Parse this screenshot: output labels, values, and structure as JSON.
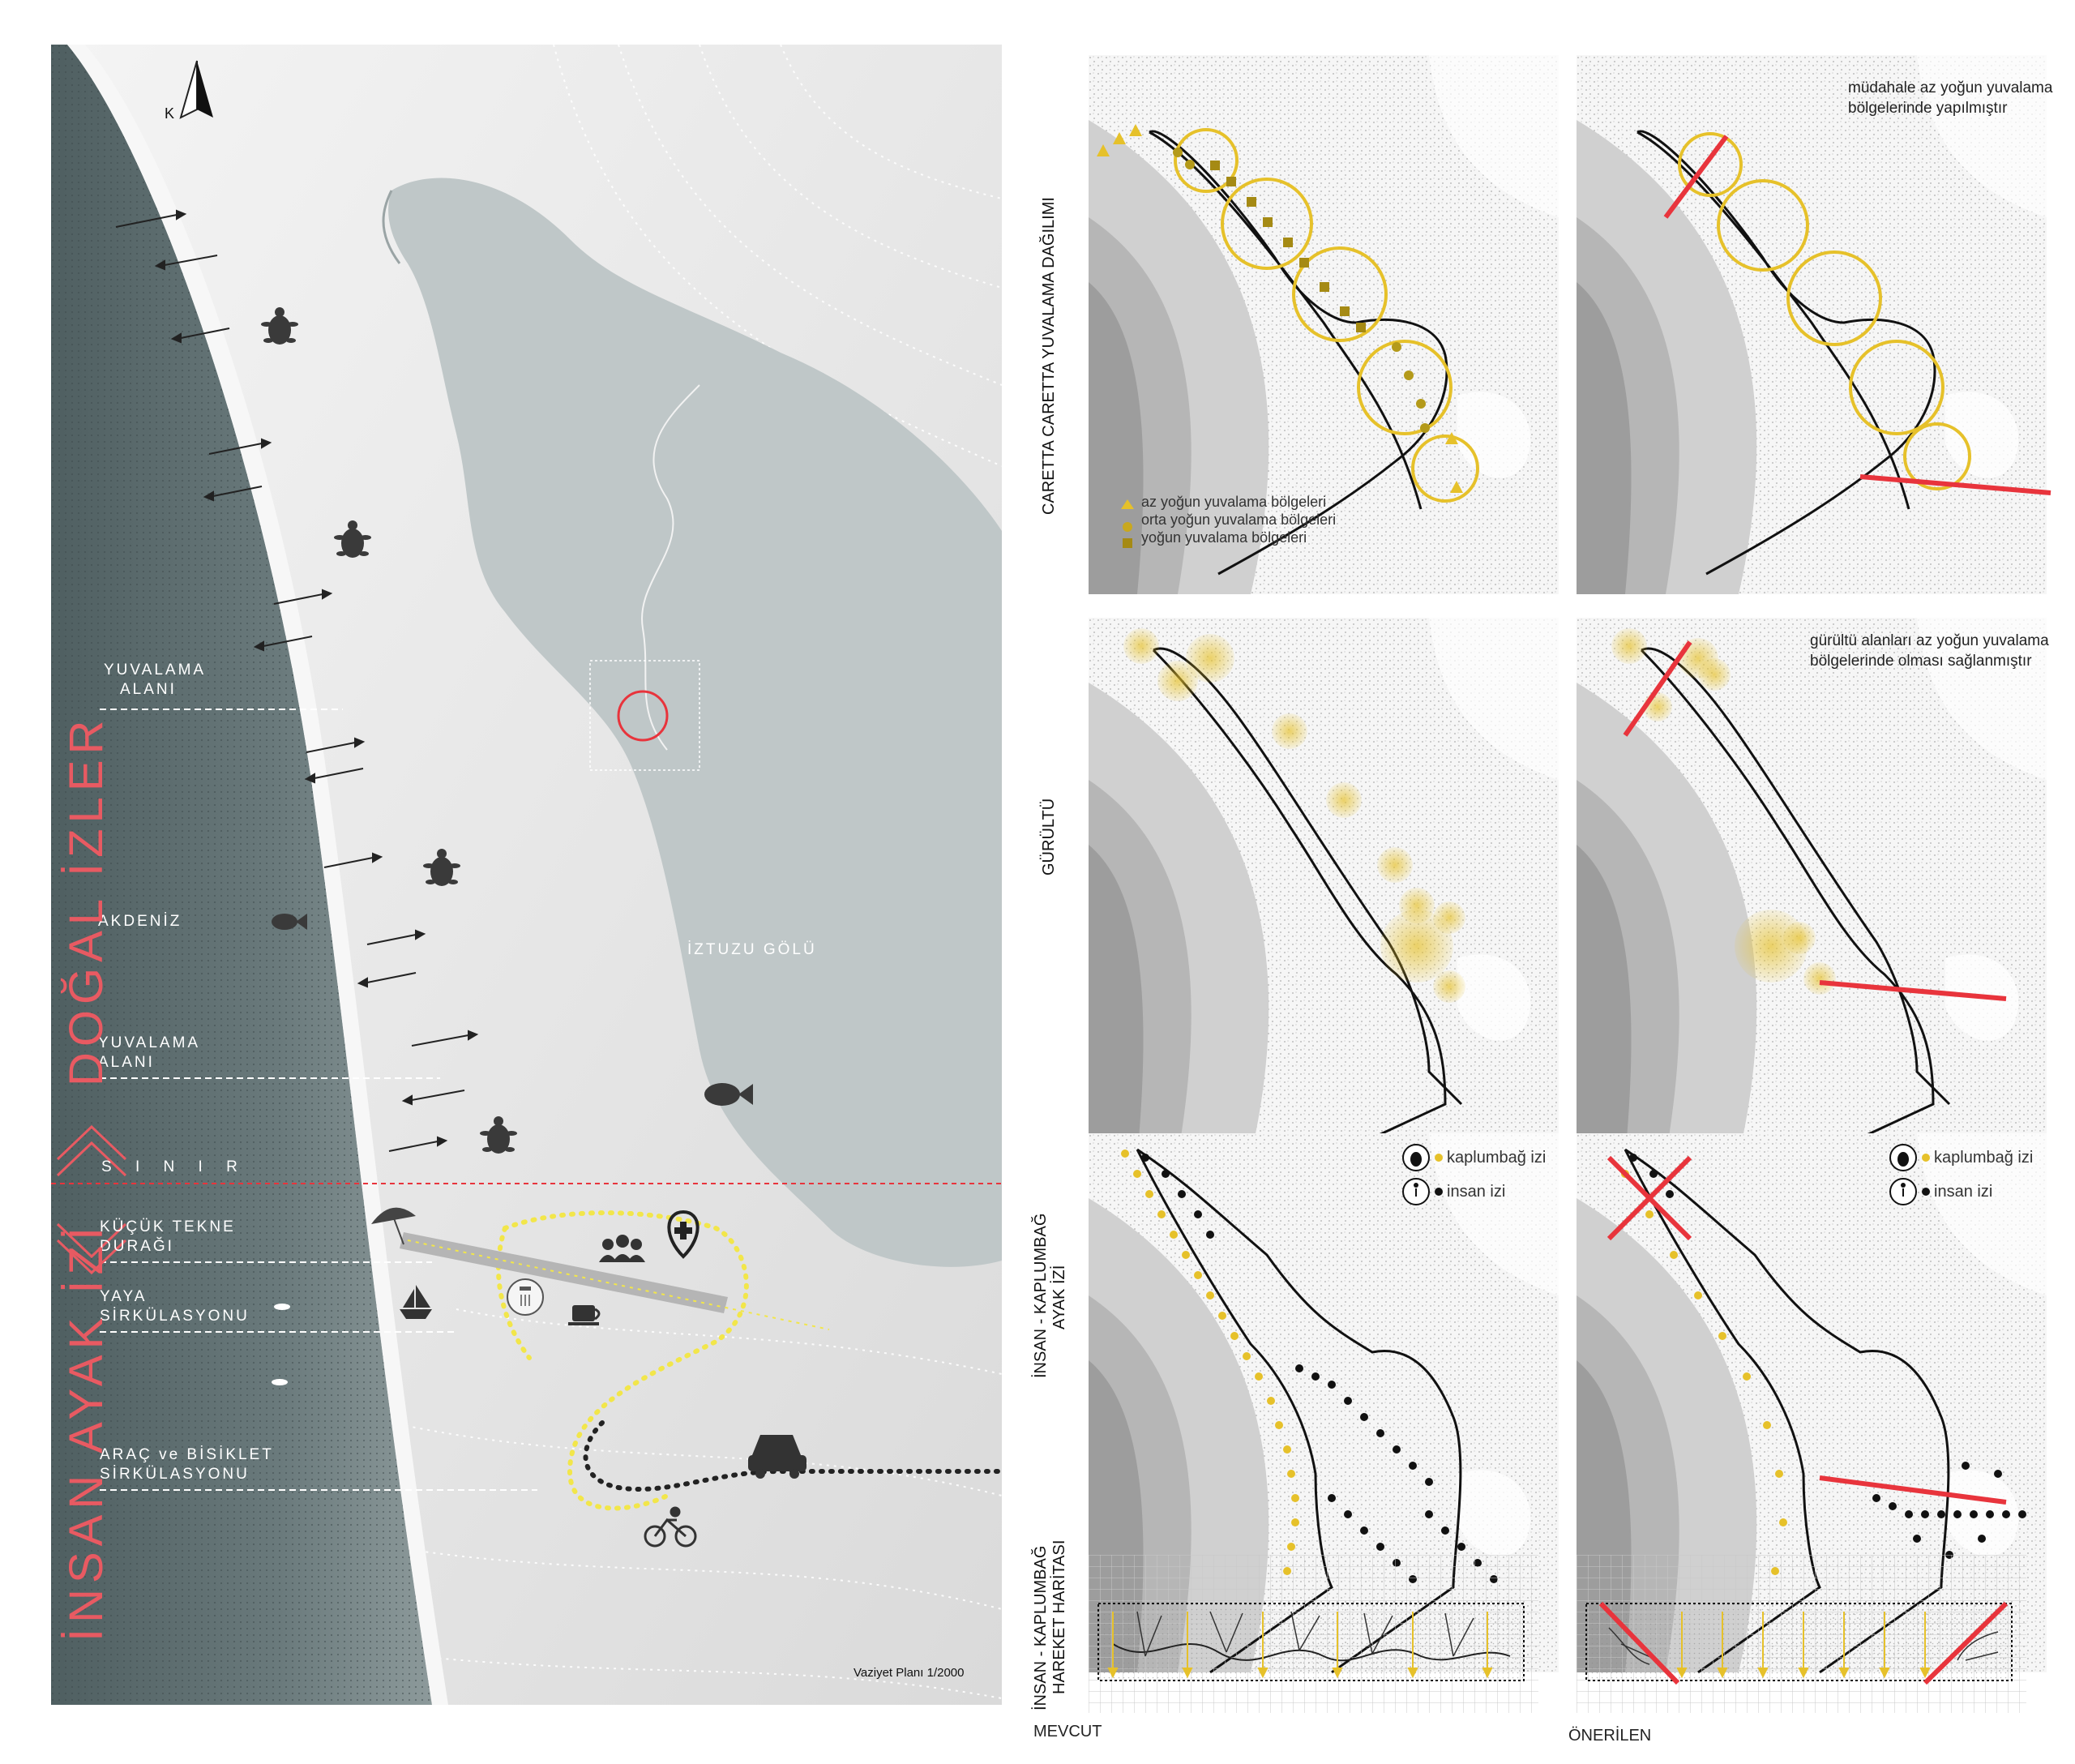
{
  "map": {
    "north_label": "K",
    "scale_label": "Vaziyet Planı 1/2000",
    "lake_label": "İZTUZU GÖLÜ",
    "sea_label": "AKDENİZ",
    "section_natural": "DOĞAL İZLER",
    "section_human": "İNSAN AYAK İZİ",
    "boundary_label": "S  I  N  I  R",
    "labels": [
      {
        "line1": "YUVALAMA",
        "line2": "ALANI"
      },
      {
        "line1": "YUVALAMA",
        "line2": "ALANI"
      },
      {
        "line1": "KÜÇÜK TEKNE",
        "line2": "DURAĞI"
      },
      {
        "line1": "YAYA",
        "line2": "SİRKÜLASYONU"
      },
      {
        "line1": "ARAÇ ve BİSİKLET",
        "line2": "SİRKÜLASYONU"
      }
    ],
    "icons": [
      "north-arrow-icon",
      "turtle-icon",
      "fish-icon",
      "umbrella-icon",
      "boat-icon",
      "shower-icon",
      "coffee-icon",
      "group-icon",
      "health-pin-icon",
      "car-icon",
      "bicycle-icon"
    ]
  },
  "panels": {
    "row1_title": "CARETTA CARETTA YUVALAMA DAĞILIMI",
    "row2_title": "GÜRÜLTÜ",
    "row3_title_line1": "İNSAN - KAPLUMBAĞ",
    "row3_title_line2": "AYAK İZİ",
    "row4_title_line1": "İNSAN - KAPLUMBAĞ",
    "row4_title_line2": "HAREKET HARİTASI",
    "legend_nesting": [
      "az yoğun yuvalama bölgeleri",
      "orta yoğun yuvalama bölgeleri",
      "yoğun yuvalama bölgeleri"
    ],
    "note_row1_line1": "müdahale az yoğun yuvalama",
    "note_row1_line2": "bölgelerinde yapılmıştır",
    "note_row2_line1": "gürültü alanları az yoğun yuvalama",
    "note_row2_line2": "bölgelerinde olması sağlanmıştır",
    "legend_tracks": [
      "kaplumbağ izi",
      "insan izi"
    ],
    "col_left": "MEVCUT",
    "col_right": "ÖNERİLEN"
  },
  "colors": {
    "sea": "#5e6e70",
    "lake": "#c4cbcc",
    "accent_red": "#e8343c",
    "nest_yellow": "#e6c12a",
    "nest_brown": "#a58a14"
  }
}
